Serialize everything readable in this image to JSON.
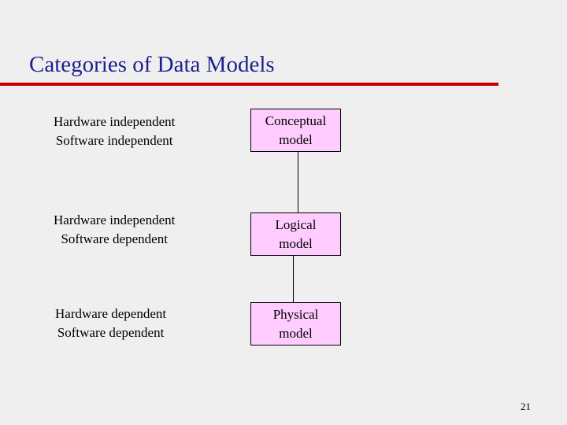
{
  "slide": {
    "title": "Categories of Data Models",
    "page_number": "21"
  },
  "rows": [
    {
      "line1": "Hardware independent",
      "line2": "Software independent",
      "box_line1": "Conceptual",
      "box_line2": "model"
    },
    {
      "line1": "Hardware independent",
      "line2": "Software dependent",
      "box_line1": "Logical",
      "box_line2": "model"
    },
    {
      "line1": "Hardware dependent",
      "line2": "Software dependent",
      "box_line1": "Physical",
      "box_line2": "model"
    }
  ],
  "colors": {
    "title": "#1f1f8f",
    "rule": "#cc0000",
    "box_fill": "#ffccff",
    "background": "#efefef"
  }
}
